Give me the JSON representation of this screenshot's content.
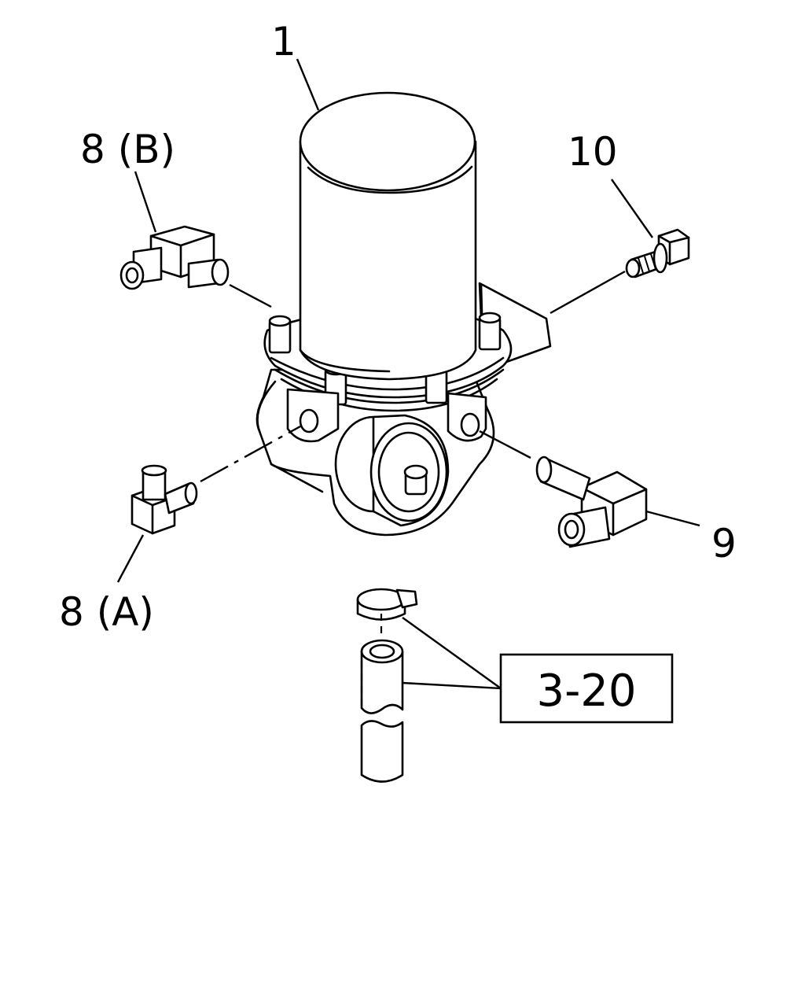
{
  "callouts": {
    "part_1": "1",
    "part_8b": "8 (B)",
    "part_10": "10",
    "part_8a": "8 (A)",
    "part_9": "9",
    "reference": "3-20"
  }
}
